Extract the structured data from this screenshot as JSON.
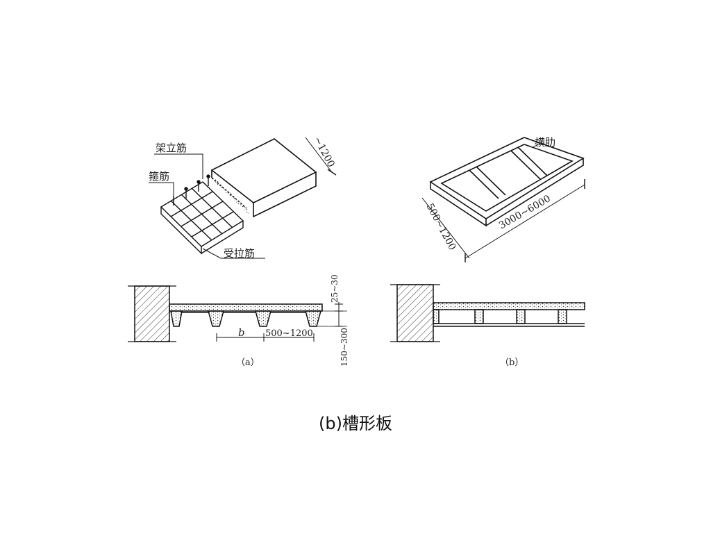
{
  "labels": {
    "erection_bar": "架立筋",
    "stirrup": "箍筋",
    "tension_bar": "受拉筋",
    "transverse_rib": "横肋",
    "dim_width_top_left": "~1200",
    "dim_width_right": "500~1200",
    "dim_length_right": "3000~6000",
    "dim_top_cover": "25~30",
    "dim_rib_height": "150~300",
    "dim_b": "b",
    "dim_spacing": "500~1200",
    "sub_a": "（a）",
    "sub_b": "（b）"
  },
  "caption": "(b)槽形板"
}
